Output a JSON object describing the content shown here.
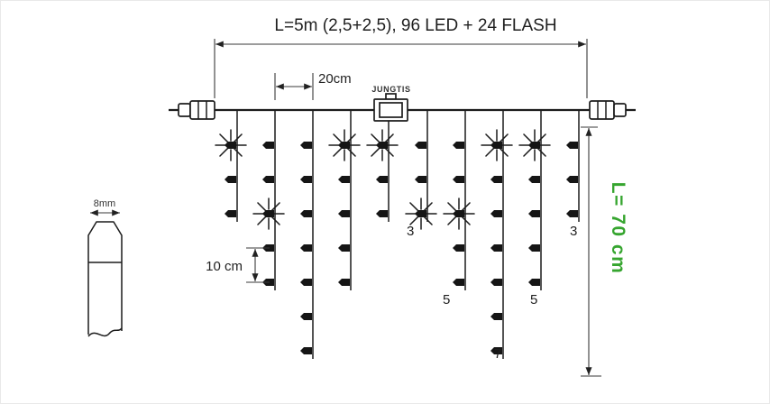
{
  "title": "L=5m (2,5+2,5), 96 LED + 24 FLASH",
  "labels": {
    "drop_spacing": "20cm",
    "junction": "JUNGTIS",
    "led_spacing": "10 cm",
    "drop_length": "L= 70 cm",
    "plug_diameter": "8mm"
  },
  "colors": {
    "line": "#1c1c1c",
    "accent_green": "#36a52f",
    "text": "#222222"
  },
  "diagram": {
    "description": "Icicle light string schematic: horizontal wire with plug connectors at both ends, a junction box in the middle, and ten vertical LED drops of alternating length",
    "drops": [
      {
        "leds": 3,
        "flash_at": [
          0
        ]
      },
      {
        "leds": 5,
        "flash_at": [
          2
        ]
      },
      {
        "leds": 7,
        "flash_at": []
      },
      {
        "leds": 5,
        "flash_at": [
          0
        ]
      },
      {
        "leds": 3,
        "flash_at": [
          0
        ]
      },
      {
        "leds": 3,
        "flash_at": [
          2
        ]
      },
      {
        "leds": 5,
        "flash_at": [
          2
        ]
      },
      {
        "leds": 7,
        "flash_at": [
          0
        ]
      },
      {
        "leds": 5,
        "flash_at": [
          0
        ]
      },
      {
        "leds": 3,
        "flash_at": []
      }
    ],
    "count_labels": [
      "3",
      "5",
      "7",
      "5",
      "3"
    ]
  }
}
